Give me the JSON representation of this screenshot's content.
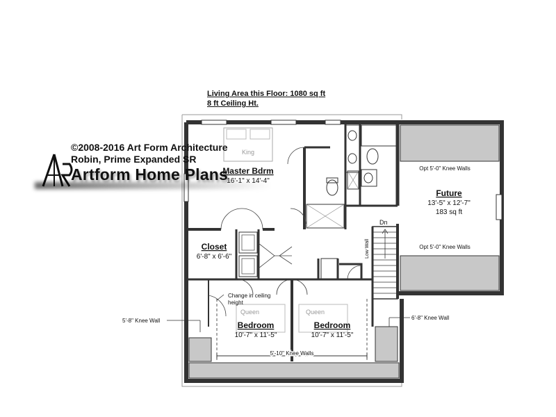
{
  "header": {
    "living_area": "Living Area this Floor: 1080 sq ft",
    "ceiling": "8 ft Ceiling Ht."
  },
  "copyright": {
    "line1": "©2008-2016 Art Form Architecture",
    "line2": "Robin, Prime Expanded SR"
  },
  "brand": {
    "logo_letters": "AR",
    "name": "Artform Home Plans"
  },
  "rooms": {
    "master": {
      "name": "Master Bdrm",
      "dims": "16'-1\" x 14'-4\"",
      "bed": "King"
    },
    "future": {
      "name": "Future",
      "dims": "13'-5\" x 12'-7\"",
      "area": "183 sq ft"
    },
    "closet": {
      "name": "Closet",
      "dims": "6'-8\" x 6'-6\""
    },
    "bedroom1": {
      "name": "Bedroom",
      "dims": "10'-7\" x 11'-5\"",
      "bed": "Queen"
    },
    "bedroom2": {
      "name": "Bedroom",
      "dims": "10'-7\" x 11'-5\"",
      "bed": "Queen"
    }
  },
  "notes": {
    "knee_top": "Opt 5'-0\" Knee Walls",
    "knee_mid": "Opt 5'-0\" Knee Walls",
    "dn": "Dn",
    "low_wall": "Low Wall",
    "ceiling_change": "Change in ceiling height",
    "knee_left": "5'-8\" Knee Wall",
    "knee_right": "6'-8\" Knee Wall",
    "knee_bottom": "5'-10\" Knee Walls"
  }
}
